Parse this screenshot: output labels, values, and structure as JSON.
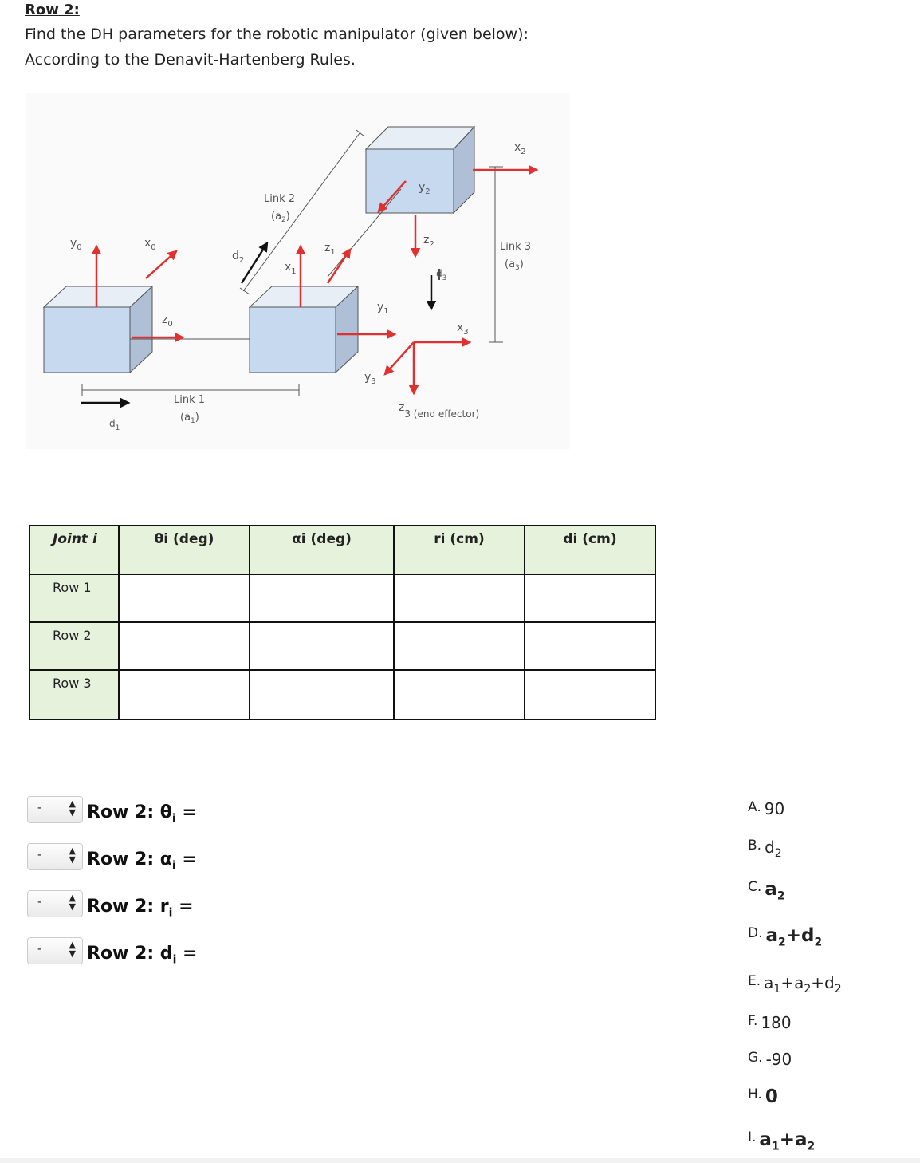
{
  "header": {
    "title": "Row 2:",
    "line1": "Find the DH parameters for the robotic manipulator (given below):",
    "line2": "According to the Denavit-Hartenberg Rules."
  },
  "diagram": {
    "labels": {
      "y0": "y",
      "y0_sub": "0",
      "x0": "x",
      "x0_sub": "0",
      "z0": "z",
      "z0_sub": "0",
      "d2": "d",
      "d2_sub": "2",
      "link2": "Link 2",
      "link2_a": "(a",
      "link2_a_sub": "2",
      "link2_close": ")",
      "x1": "x",
      "x1_sub": "1",
      "z1": "z",
      "z1_sub": "1",
      "y2": "y",
      "y2_sub": "2",
      "z2": "z",
      "z2_sub": "2",
      "x2": "x",
      "x2_sub": "2",
      "d3": "d",
      "d3_sub": "3",
      "y1": "y",
      "y1_sub": "1",
      "link3": "Link 3",
      "link3_a": "(a",
      "link3_a_sub": "3",
      "link3_close": ")",
      "x3": "x",
      "x3_sub": "3",
      "y3": "y",
      "y3_sub": "3",
      "z3": "z",
      "z3_rest": "3 (end effector)",
      "link1": "Link 1",
      "link1_a": "(a",
      "link1_a_sub": "1",
      "link1_close": ")",
      "d1": "d",
      "d1_sub": "1"
    },
    "colors": {
      "arrow": "#e03030",
      "box_front": "#c7d9ef",
      "box_top": "#e8eef6",
      "box_side": "#aebfd6"
    }
  },
  "table": {
    "headers": [
      "Joint i",
      "θi (deg)",
      "αi (deg)",
      "ri (cm)",
      "di (cm)"
    ],
    "rows": [
      "Row 1",
      "Row 2",
      "Row 3"
    ],
    "header_bg": "#e6f2dc"
  },
  "questions": [
    {
      "select": "-",
      "label": "Row 2: θ",
      "sub": "i",
      "eq": " ="
    },
    {
      "select": "-",
      "label": "Row 2: α",
      "sub": "i",
      "eq": " ="
    },
    {
      "select": "-",
      "label": "Row 2: r",
      "sub": "i",
      "eq": " ="
    },
    {
      "select": "-",
      "label": "Row 2: d",
      "sub": "i",
      "eq": " ="
    }
  ],
  "options": [
    {
      "letter": "A.",
      "text": "90"
    },
    {
      "letter": "B.",
      "text": "d2"
    },
    {
      "letter": "C.",
      "text": "a2"
    },
    {
      "letter": "D.",
      "text": "a2+d2"
    },
    {
      "letter": "E.",
      "text": "a1+a2+d2"
    },
    {
      "letter": "F.",
      "text": "180"
    },
    {
      "letter": "G.",
      "text": "-90"
    },
    {
      "letter": "H.",
      "text": "0"
    },
    {
      "letter": "I.",
      "text": "a1+a2"
    }
  ]
}
